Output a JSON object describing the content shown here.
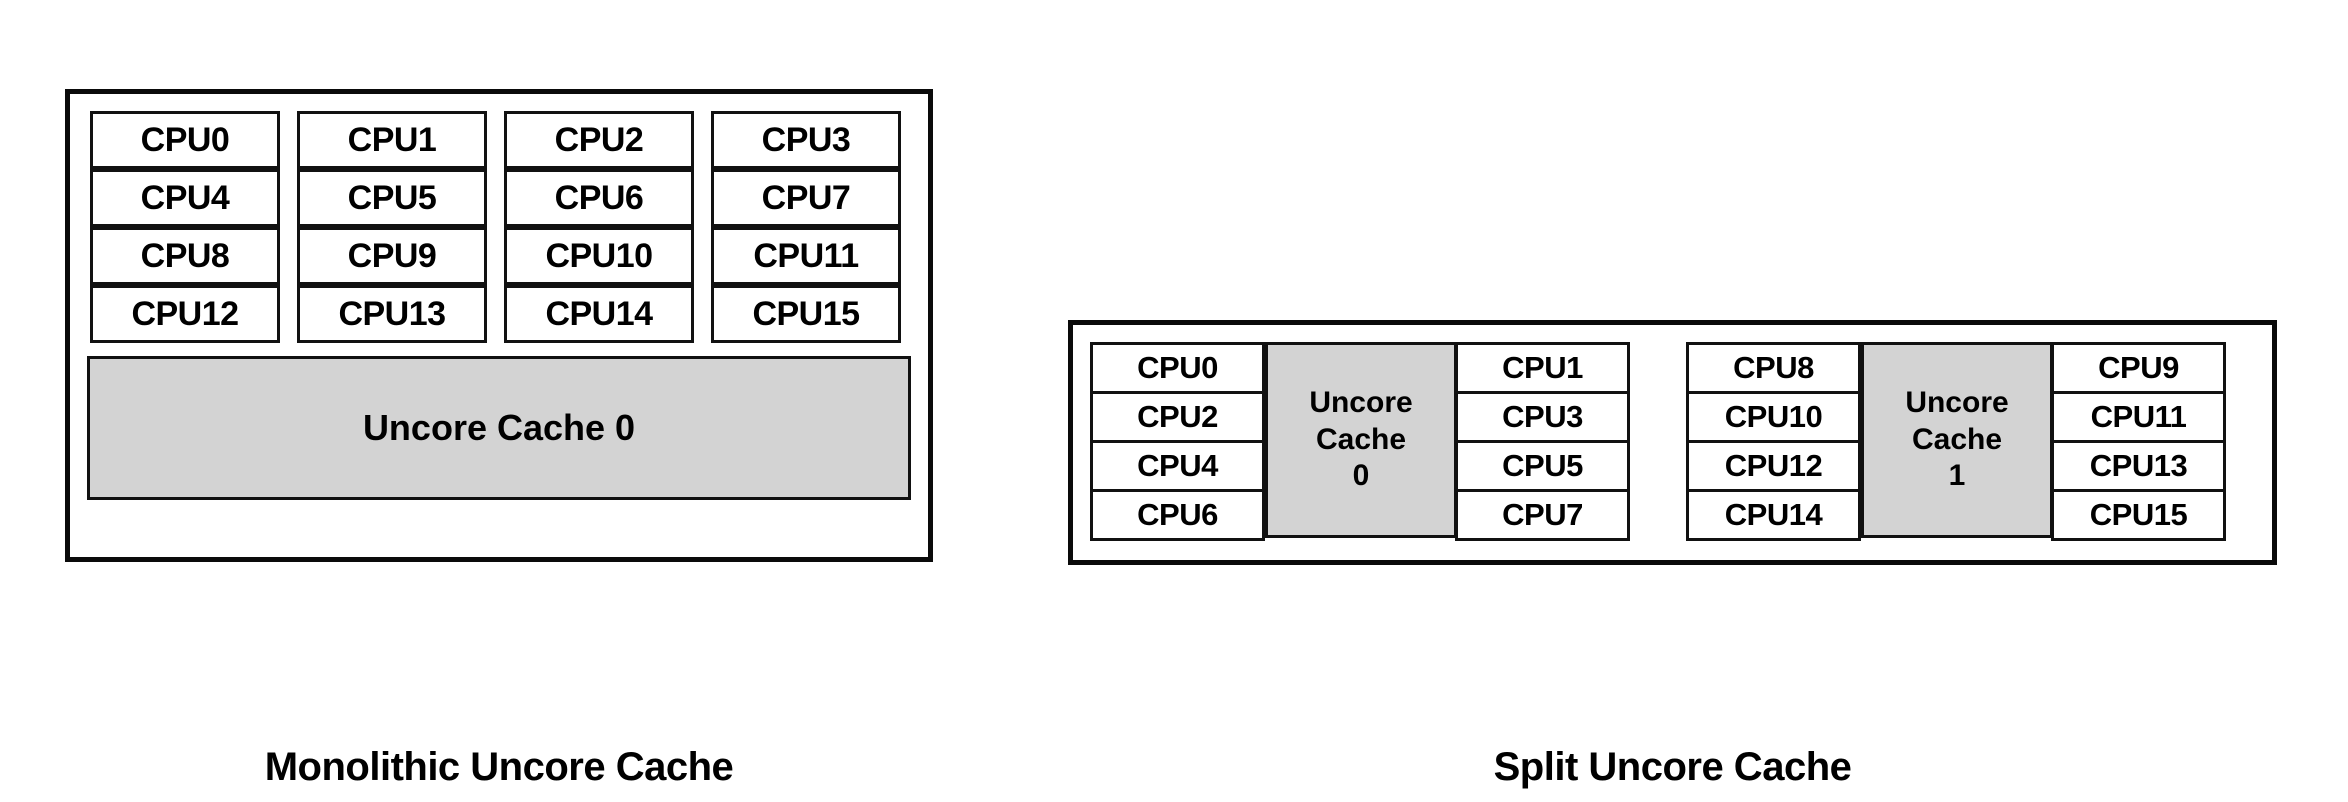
{
  "figure": {
    "background_color": "#ffffff",
    "cache_fill_color": "#d3d3d3",
    "border_color": "#0a0a0a",
    "text_color": "#000000"
  },
  "panels": [
    {
      "id": "monolithic",
      "caption": "Monolithic Uncore Cache",
      "cpu_rows": [
        [
          "CPU0",
          "CPU1",
          "CPU2",
          "CPU3"
        ],
        [
          "CPU4",
          "CPU5",
          "CPU6",
          "CPU7"
        ],
        [
          "CPU8",
          "CPU9",
          "CPU10",
          "CPU11"
        ],
        [
          "CPU12",
          "CPU13",
          "CPU14",
          "CPU15"
        ]
      ],
      "cache_label": "Uncore Cache 0"
    },
    {
      "id": "split",
      "caption": "Split Uncore Cache",
      "clusters": [
        {
          "left_column": [
            "CPU0",
            "CPU2",
            "CPU4",
            "CPU6"
          ],
          "cache_line1": "Uncore",
          "cache_line2": "Cache",
          "cache_line3": "0",
          "right_column": [
            "CPU1",
            "CPU3",
            "CPU5",
            "CPU7"
          ]
        },
        {
          "left_column": [
            "CPU8",
            "CPU10",
            "CPU12",
            "CPU14"
          ],
          "cache_line1": "Uncore",
          "cache_line2": "Cache",
          "cache_line3": "1",
          "right_column": [
            "CPU9",
            "CPU11",
            "CPU13",
            "CPU15"
          ]
        }
      ]
    }
  ]
}
